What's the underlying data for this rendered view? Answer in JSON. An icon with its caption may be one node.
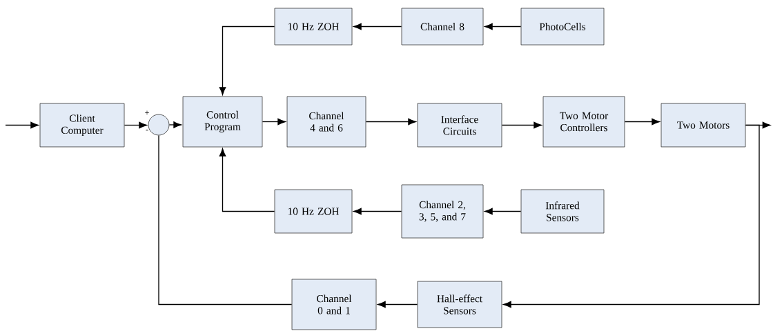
{
  "diagram": {
    "nodes": [
      {
        "text": [
          "10 Hz ZOH"
        ]
      },
      {
        "text": [
          "Channel 8"
        ]
      },
      {
        "text": [
          "PhotoCells"
        ]
      },
      {
        "text": [
          "Client Computer"
        ]
      },
      {
        "text": [],
        "shape": "circle"
      },
      {
        "text": [
          "Control Program"
        ]
      },
      {
        "text": [
          "Channel 4 and 6"
        ]
      },
      {
        "text": [
          "Interface Circuits"
        ]
      },
      {
        "text": [
          "Two Motor Controllers"
        ]
      },
      {
        "text": [
          "Two Motors"
        ]
      },
      {
        "text": [
          "10 Hz ZOH"
        ]
      },
      {
        "text": [
          "Channel 2, 3, 5, and 7"
        ]
      },
      {
        "text": [
          "Infrared Sensors"
        ]
      },
      {
        "text": [
          "Channel 0 and 1"
        ]
      },
      {
        "text": [
          "Hall-effect Sensors"
        ]
      }
    ],
    "edges": [
      {
        "from": null,
        "to": 3,
        "arrow": "to"
      },
      {
        "from": 3,
        "to": 4,
        "arrow": "to"
      },
      {
        "from": 4,
        "to": 5,
        "arrow": "to"
      },
      {
        "from": 5,
        "to": 6,
        "arrow": "to"
      },
      {
        "from": 6,
        "to": 7,
        "arrow": "to"
      },
      {
        "from": 7,
        "to": 8,
        "arrow": "to"
      },
      {
        "from": 8,
        "to": 9,
        "arrow": "to"
      },
      {
        "from": 9,
        "to": null,
        "arrow": "to"
      },
      {
        "from": 2,
        "to": 1,
        "arrow": "to"
      },
      {
        "from": 1,
        "to": 0,
        "arrow": "to"
      },
      {
        "from": 0,
        "to": 5,
        "arrow": "to"
      },
      {
        "from": 12,
        "to": 11,
        "arrow": "to"
      },
      {
        "from": 11,
        "to": 10,
        "arrow": "to"
      },
      {
        "from": 10,
        "to": 5,
        "arrow": "to"
      },
      {
        "from": 9,
        "to": 14,
        "arrow": "to"
      },
      {
        "from": 14,
        "to": 13,
        "arrow": "to"
      },
      {
        "from": 13,
        "to": 4,
        "arrow": "none"
      }
    ],
    "labels": [
      "+",
      "-"
    ]
  }
}
